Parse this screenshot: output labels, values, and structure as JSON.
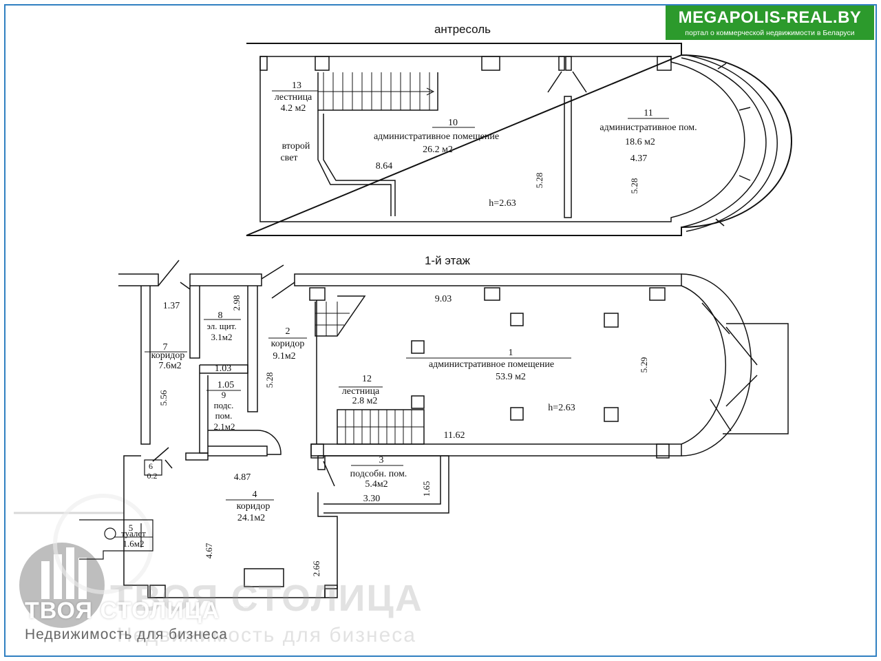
{
  "branding": {
    "site": "MEGAPOLIS-REAL.BY",
    "tagline": "портал о коммерческой недвижимости в Беларуси",
    "accent": "#2c9a2c"
  },
  "watermark": {
    "name": "ТВОЯ СТОЛИЦА",
    "reg": "®",
    "tagline": "Недвижимость для бизнеса"
  },
  "sections": {
    "mezzanine": "антресоль",
    "first_floor": "1-й этаж"
  },
  "rooms": {
    "r13": {
      "num": "13",
      "name": "лестница",
      "area": "4.2 м2"
    },
    "r10": {
      "num": "10",
      "name": "административное  помещение",
      "area": "26.2 м2"
    },
    "r11": {
      "num": "11",
      "name": "административное пом.",
      "area": "18.6 м2"
    },
    "second_light": {
      "l1": "второй",
      "l2": "свет"
    },
    "r8": {
      "num": "8",
      "name": "эл. щит.",
      "area": "3.1м2"
    },
    "r7": {
      "num": "7",
      "name": "коридор",
      "area": "7.6м2"
    },
    "r2": {
      "num": "2",
      "name": "коридор",
      "area": "9.1м2"
    },
    "r1": {
      "num": "1",
      "name": "административное  помещение",
      "area": "53.9 м2"
    },
    "r12": {
      "num": "12",
      "name": "лестница",
      "area": "2.8 м2"
    },
    "r9": {
      "num": "9",
      "name1": "подс.",
      "name2": "пом.",
      "area": "2.1м2"
    },
    "r6": {
      "num": "6",
      "area": "0.2"
    },
    "r3": {
      "num": "3",
      "name": "подсобн. пом.",
      "area": "5.4м2"
    },
    "r4": {
      "num": "4",
      "name": "коридор",
      "area": "24.1м2"
    },
    "r5": {
      "num": "5",
      "name": "туалет",
      "area": "1.6м2"
    }
  },
  "dimensions": {
    "d864": "8.64",
    "d528a": "5.28",
    "d437": "4.37",
    "d528b": "5.28",
    "h1": "h=2.63",
    "d137": "1.37",
    "d298": "2.98",
    "d903": "9.03",
    "d529": "5.29",
    "d103": "1.03",
    "d105": "1.05",
    "d528c": "5.28",
    "d556": "5.56",
    "h2": "h=2.63",
    "d1162": "11.62",
    "d487": "4.87",
    "d165": "1.65",
    "d330": "3.30",
    "d467": "4.67",
    "d266": "2.66"
  }
}
